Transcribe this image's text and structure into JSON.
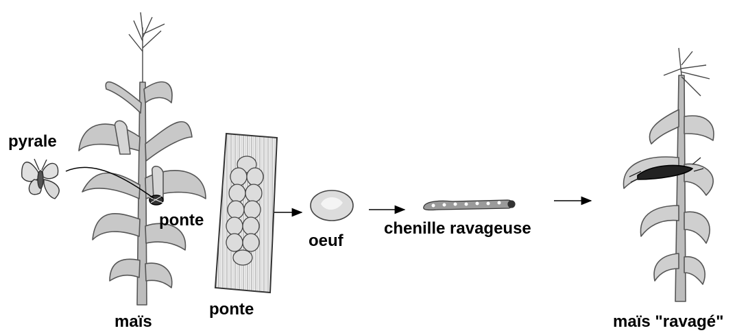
{
  "title": "",
  "labels": {
    "pyrale": "pyrale",
    "ponte_plant": "ponte",
    "mais": "maïs",
    "ponte_strip": "ponte",
    "oeuf": "oeuf",
    "chenille": "chenille ravageuse",
    "mais_ravage": "maïs \"ravagé\""
  },
  "colors": {
    "plant_fill": "#c8c8c8",
    "plant_stroke": "#5a5a5a",
    "strip_fill": "#eeeeee",
    "egg_fill": "#dcdcdc",
    "ink": "#000000"
  }
}
